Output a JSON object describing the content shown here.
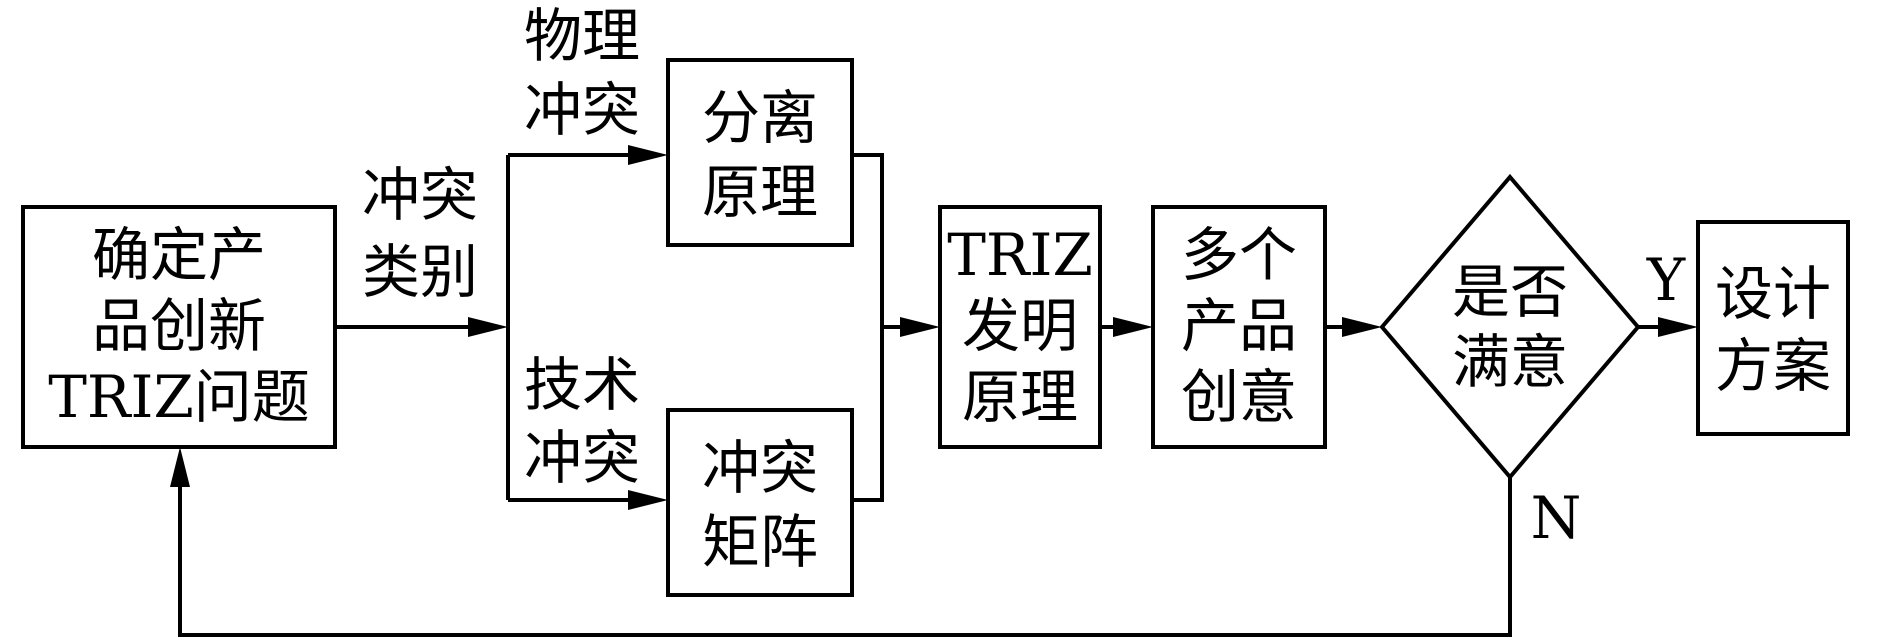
{
  "nodes": {
    "define_problem": [
      "确定产",
      "品创新",
      "TRIZ问题"
    ],
    "separation": [
      "分离",
      "原理"
    ],
    "matrix": [
      "冲突",
      "矩阵"
    ],
    "invention": [
      "TRIZ",
      "发明",
      "原理"
    ],
    "ideas": [
      "多个",
      "产品",
      "创意"
    ],
    "decision": [
      "是否",
      "满意"
    ],
    "design": [
      "设计",
      "方案"
    ]
  },
  "labels": {
    "conflict_type": [
      "冲突",
      "类别"
    ],
    "physical": [
      "物理",
      "冲突"
    ],
    "technical": [
      "技术",
      "冲突"
    ],
    "yes": "Y",
    "no": "N"
  }
}
